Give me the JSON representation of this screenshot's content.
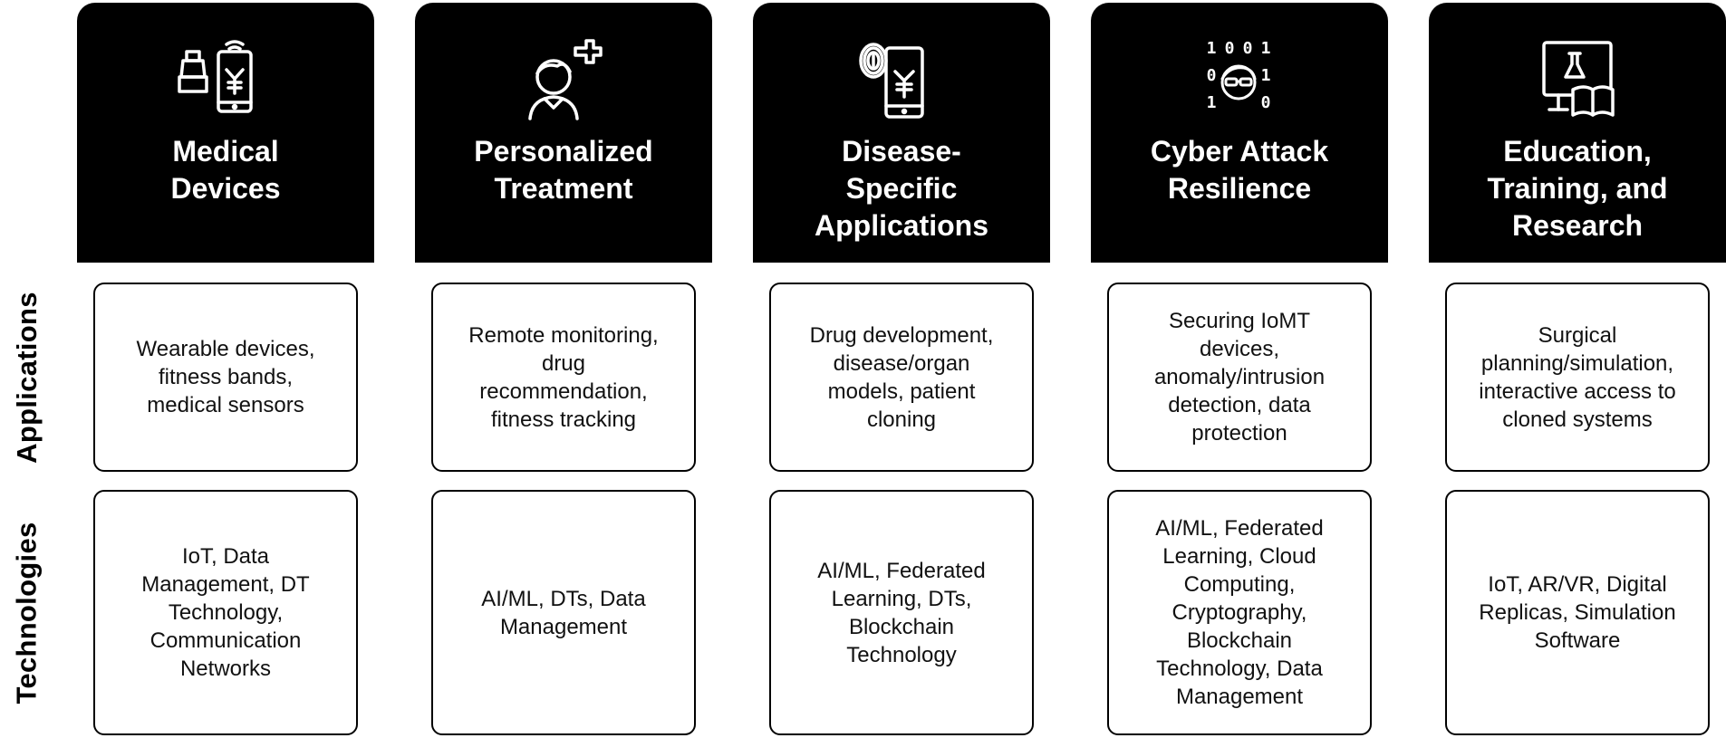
{
  "row_labels": {
    "applications": "Applications",
    "technologies": "Technologies"
  },
  "columns": [
    {
      "icon": "phone-medical-device-icon",
      "title": "Medical\nDevices",
      "applications": "Wearable devices,\nfitness bands,\nmedical sensors",
      "technologies": "IoT, Data\nManagement, DT\nTechnology,\nCommunication\nNetworks"
    },
    {
      "icon": "person-plus-icon",
      "title": "Personalized\nTreatment",
      "applications": "Remote monitoring,\ndrug\nrecommendation,\nfitness tracking",
      "technologies": "AI/ML, DTs, Data\nManagement"
    },
    {
      "icon": "fingerprint-phone-icon",
      "title": "Disease-\nSpecific\nApplications",
      "applications": "Drug development,\ndisease/organ\nmodels, patient\ncloning",
      "technologies": "AI/ML, Federated\nLearning, DTs,\nBlockchain\nTechnology"
    },
    {
      "icon": "binary-hacker-icon",
      "title": "Cyber Attack\nResilience",
      "applications": "Securing IoMT\ndevices,\nanomaly/intrusion\ndetection, data\nprotection",
      "technologies": "AI/ML, Federated\nLearning, Cloud\nComputing,\nCryptography,\nBlockchain\nTechnology, Data\nManagement"
    },
    {
      "icon": "monitor-flask-book-icon",
      "title": "Education,\nTraining, and\nResearch",
      "applications": "Surgical\nplanning/simulation,\ninteractive access to\ncloned systems",
      "technologies": "IoT, AR/VR, Digital\nReplicas, Simulation\nSoftware"
    }
  ],
  "icon_binary_digits": [
    "1",
    "0",
    "0",
    "1",
    "0",
    "1",
    "1",
    "0"
  ],
  "colors": {
    "header_bg": "#000000",
    "header_text": "#ffffff",
    "box_border": "#000000",
    "body_text": "#111111"
  }
}
